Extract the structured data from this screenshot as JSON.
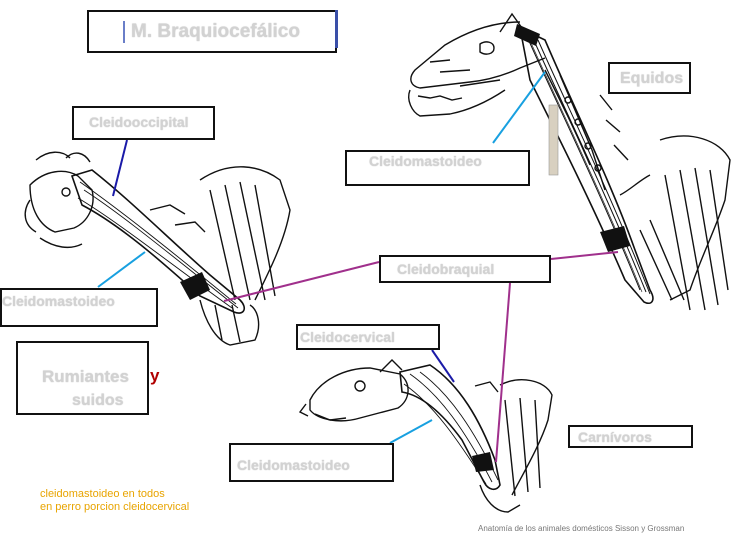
{
  "title": "M. Braquiocefálico",
  "labels": {
    "cleidooccipital": "Cleidooccipital",
    "cleidomastoideo_left": "Cleidomastoideo",
    "cleidomastoideo_top": "Cleidomastoideo",
    "cleidomastoideo_bottom": "Cleidomastoideo",
    "equidos": "Equidos",
    "center_label": "Cleidobraquial",
    "cleidocervical": "Cleidocervical",
    "rumiantes": "Rumiantes",
    "y": "y",
    "suidos": "suidos",
    "carnivoros": "Carnívoros"
  },
  "note": {
    "line1": "cleidomastoideo en todos",
    "line2": "en perro porcion cleidocervical"
  },
  "credit": "Anatomía de los animales domésticos Sisson y Grossman"
}
